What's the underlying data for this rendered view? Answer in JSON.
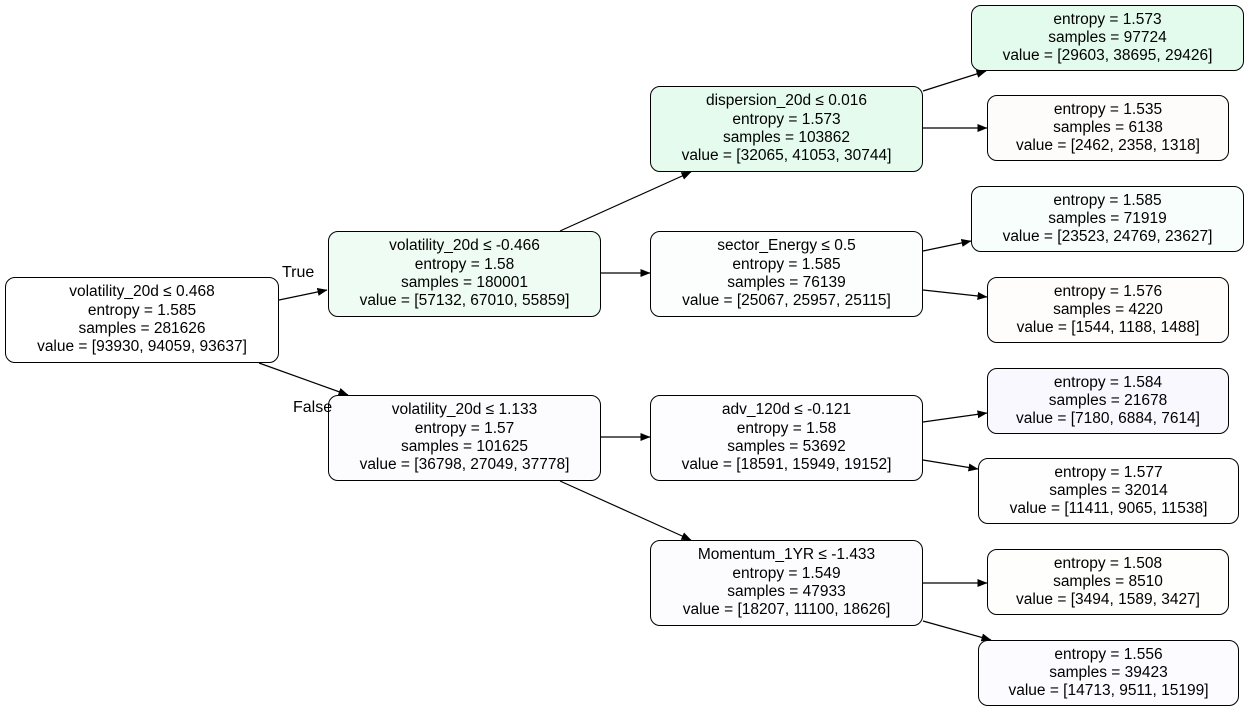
{
  "tree": {
    "nodes": {
      "n0": {
        "split": "volatility_20d ≤ 0.468",
        "entropy": "entropy = 1.585",
        "samples": "samples = 281626",
        "value": "value = [93930, 94059, 93637]",
        "color": "#ffffff"
      },
      "n1": {
        "split": "volatility_20d ≤ -0.466",
        "entropy": "entropy = 1.58",
        "samples": "samples = 180001",
        "value": "value = [57132, 67010, 55859]",
        "color": "#eefcf3"
      },
      "n2": {
        "split": "dispersion_20d ≤ 0.016",
        "entropy": "entropy = 1.573",
        "samples": "samples = 103862",
        "value": "value = [32065, 41053, 30744]",
        "color": "#e4fbee"
      },
      "n3": {
        "split": "",
        "entropy": "entropy = 1.573",
        "samples": "samples = 97724",
        "value": "value = [29603, 38695, 29426]",
        "color": "#e3fbed"
      },
      "n4": {
        "split": "",
        "entropy": "entropy = 1.535",
        "samples": "samples = 6138",
        "value": "value = [2462, 2358, 1318]",
        "color": "#fefcfa"
      },
      "n5": {
        "split": "sector_Energy ≤ 0.5",
        "entropy": "entropy = 1.585",
        "samples": "samples = 76139",
        "value": "value = [25067, 25957, 25115]",
        "color": "#fbfefc"
      },
      "n6": {
        "split": "",
        "entropy": "entropy = 1.585",
        "samples": "samples = 71919",
        "value": "value = [23523, 24769, 23627]",
        "color": "#f8fefb"
      },
      "n7": {
        "split": "",
        "entropy": "entropy = 1.576",
        "samples": "samples = 4220",
        "value": "value = [1544, 1188, 1488]",
        "color": "#fefdfb"
      },
      "n8": {
        "split": "volatility_20d ≤ 1.133",
        "entropy": "entropy = 1.57",
        "samples": "samples = 101625",
        "value": "value = [36798, 27049, 37778]",
        "color": "#fcfcff"
      },
      "n9": {
        "split": "adv_120d ≤ -0.121",
        "entropy": "entropy = 1.58",
        "samples": "samples = 53692",
        "value": "value = [18591, 15949, 19152]",
        "color": "#fdfdff"
      },
      "n10": {
        "split": "",
        "entropy": "entropy = 1.584",
        "samples": "samples = 21678",
        "value": "value = [7180, 6884, 7614]",
        "color": "#f9f8fe"
      },
      "n11": {
        "split": "",
        "entropy": "entropy = 1.577",
        "samples": "samples = 32014",
        "value": "value = [11411, 9065, 11538]",
        "color": "#fefeff"
      },
      "n12": {
        "split": "Momentum_1YR ≤ -1.433",
        "entropy": "entropy = 1.549",
        "samples": "samples = 47933",
        "value": "value = [18207, 11100, 18626]",
        "color": "#fcfcff"
      },
      "n13": {
        "split": "",
        "entropy": "entropy = 1.508",
        "samples": "samples = 8510",
        "value": "value = [3494, 1589, 3427]",
        "color": "#fefefc"
      },
      "n14": {
        "split": "",
        "entropy": "entropy = 1.556",
        "samples": "samples = 39423",
        "value": "value = [14713, 9511, 15199]",
        "color": "#fcfbff"
      }
    },
    "edges": [
      {
        "from": "n0",
        "to": "n1",
        "label": "True"
      },
      {
        "from": "n0",
        "to": "n8",
        "label": "False"
      },
      {
        "from": "n1",
        "to": "n2",
        "label": ""
      },
      {
        "from": "n1",
        "to": "n5",
        "label": ""
      },
      {
        "from": "n2",
        "to": "n3",
        "label": ""
      },
      {
        "from": "n2",
        "to": "n4",
        "label": ""
      },
      {
        "from": "n5",
        "to": "n6",
        "label": ""
      },
      {
        "from": "n5",
        "to": "n7",
        "label": ""
      },
      {
        "from": "n8",
        "to": "n9",
        "label": ""
      },
      {
        "from": "n8",
        "to": "n12",
        "label": ""
      },
      {
        "from": "n9",
        "to": "n10",
        "label": ""
      },
      {
        "from": "n9",
        "to": "n11",
        "label": ""
      },
      {
        "from": "n12",
        "to": "n13",
        "label": ""
      },
      {
        "from": "n12",
        "to": "n14",
        "label": ""
      }
    ]
  }
}
